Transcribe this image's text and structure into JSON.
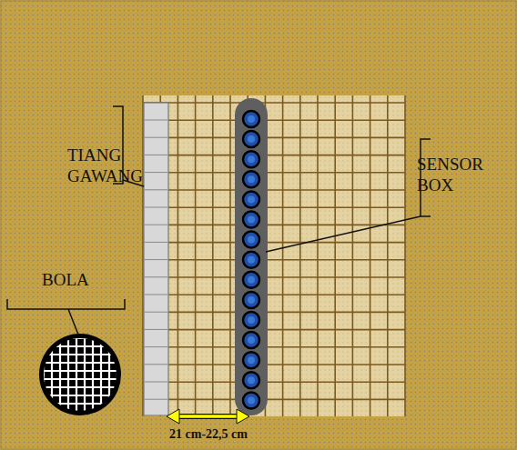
{
  "diagram": {
    "labels": [
      "TIANG GAWANG",
      "SENSOR BOX",
      "BOLA",
      "21 cm-22,5 cm"
    ]
  }
}
